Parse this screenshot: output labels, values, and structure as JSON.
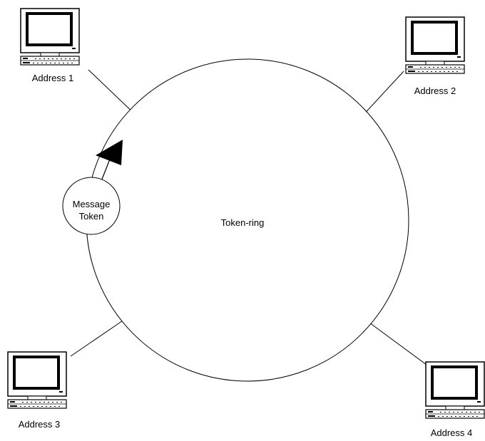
{
  "diagram": {
    "ring_label": "Token-ring",
    "token_label_line1": "Message",
    "token_label_line2": "Token",
    "stations": [
      {
        "label": "Address 1",
        "icon": "computer-icon"
      },
      {
        "label": "Address 2",
        "icon": "computer-icon"
      },
      {
        "label": "Address 3",
        "icon": "computer-icon"
      },
      {
        "label": "Address 4",
        "icon": "computer-icon"
      }
    ],
    "colors": {
      "stroke": "#000000",
      "background": "#ffffff"
    }
  }
}
